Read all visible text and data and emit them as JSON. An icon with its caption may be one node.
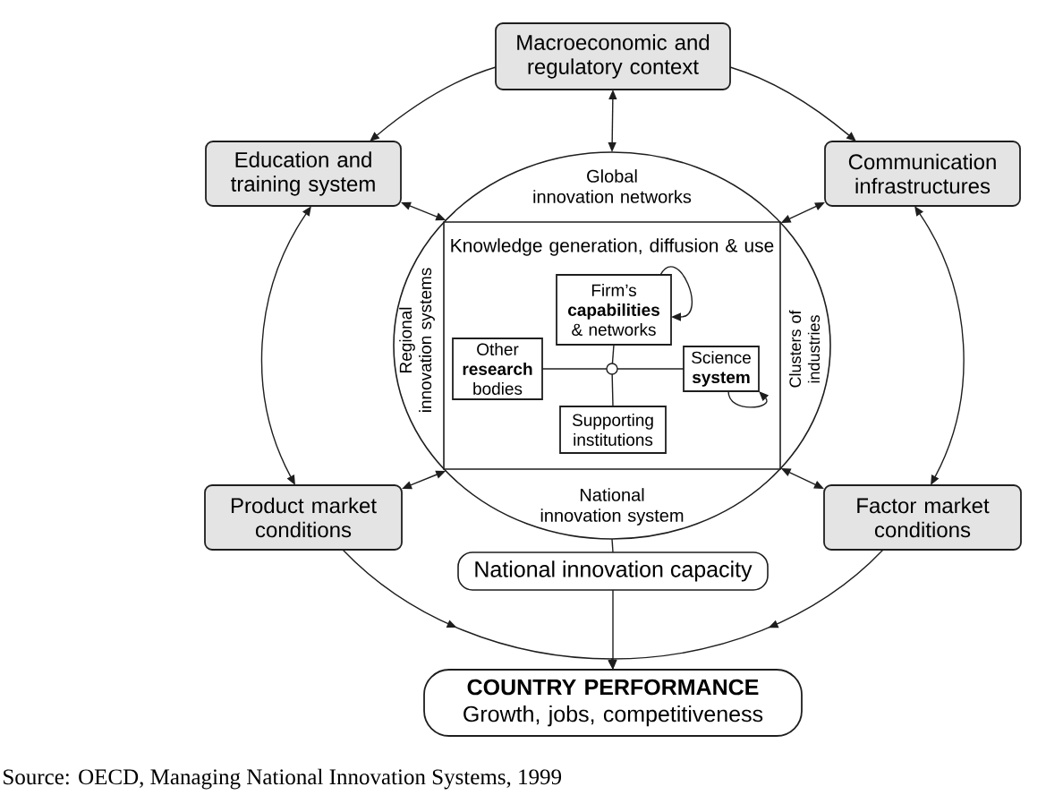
{
  "diagram": {
    "caption": "Source: OECD, Managing National Innovation Systems, 1999",
    "nodes": [
      {
        "text": [
          "Macroeconomic and regulatory context"
        ]
      },
      {
        "text": [
          "Education and training system"
        ]
      },
      {
        "text": [
          "Communication infrastructures"
        ]
      },
      {
        "text": [
          "Global innovation networks",
          "Regional innovation systems",
          "Clusters of industries",
          "National innovation system"
        ]
      },
      {
        "text": [
          "Knowledge generation, diffusion & use"
        ],
        "in": 3
      },
      {
        "text": [
          "Firm’s **capabilities** & networks"
        ],
        "in": 4
      },
      {
        "text": [
          "Other **research** bodies"
        ],
        "in": 4
      },
      {
        "text": [
          "Science **system**"
        ],
        "in": 4
      },
      {
        "text": [
          "Supporting institutions"
        ],
        "in": 4
      },
      {
        "text": [],
        "shape": "circle",
        "in": 4
      },
      {
        "text": [
          "Product market conditions"
        ]
      },
      {
        "text": [
          "Factor market conditions"
        ]
      },
      {
        "text": [
          "National innovation capacity"
        ]
      },
      {
        "text": [
          "COUNTRY PERFORMANCE",
          "Growth, jobs, competitiveness"
        ]
      }
    ],
    "edges": [
      {
        "from": 0,
        "to": 1,
        "arrow": "to"
      },
      {
        "from": 0,
        "to": 2,
        "arrow": "to"
      },
      {
        "from": 0,
        "to": 3,
        "arrow": "both"
      },
      {
        "from": 1,
        "to": 3,
        "arrow": "both"
      },
      {
        "from": 2,
        "to": 3,
        "arrow": "both"
      },
      {
        "from": 1,
        "to": 10,
        "arrow": "both"
      },
      {
        "from": 2,
        "to": 11,
        "arrow": "both"
      },
      {
        "from": 10,
        "to": 3,
        "arrow": "both"
      },
      {
        "from": 11,
        "to": 3,
        "arrow": "both"
      },
      {
        "from": 5,
        "to": 5,
        "arrow": "to"
      },
      {
        "from": 7,
        "to": 7,
        "arrow": "to"
      },
      {
        "from": 5,
        "to": 9,
        "arrow": "none"
      },
      {
        "from": 6,
        "to": 9,
        "arrow": "none"
      },
      {
        "from": 7,
        "to": 9,
        "arrow": "none"
      },
      {
        "from": 8,
        "to": 9,
        "arrow": "none"
      },
      {
        "from": 3,
        "to": 12,
        "arrow": "none"
      },
      {
        "from": 12,
        "to": 13,
        "arrow": "to"
      },
      {
        "from": 10,
        "to": 13,
        "arrow": "to"
      },
      {
        "from": 11,
        "to": 13,
        "arrow": "to"
      }
    ]
  }
}
